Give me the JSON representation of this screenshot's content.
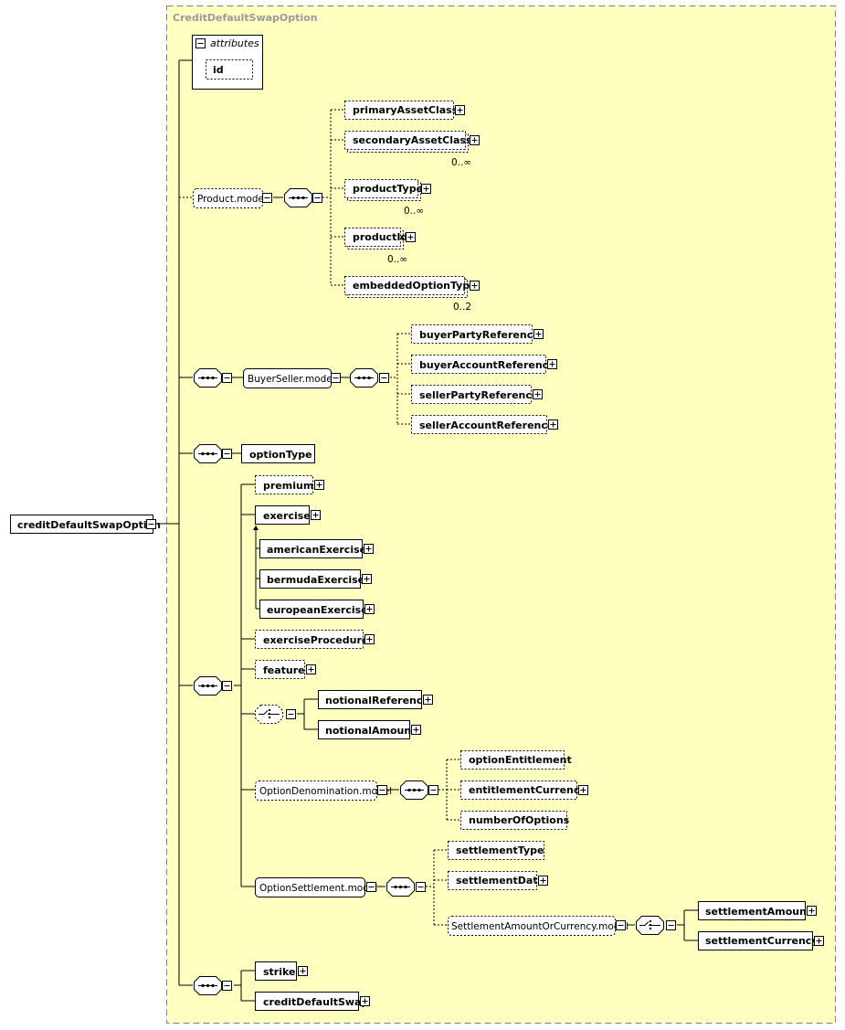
{
  "container": {
    "title": "CreditDefaultSwapOption",
    "bg": "#ffffc0",
    "border": "#808080"
  },
  "root": {
    "label": "creditDefaultSwapOption"
  },
  "attributes": {
    "title": "attributes",
    "items": [
      "id"
    ]
  },
  "product_model": {
    "label": "Product.model",
    "elements": [
      {
        "label": "primaryAssetClass",
        "card": ""
      },
      {
        "label": "secondaryAssetClass",
        "card": "0..∞"
      },
      {
        "label": "productType",
        "card": "0..∞"
      },
      {
        "label": "productId",
        "card": "0..∞"
      },
      {
        "label": "embeddedOptionType",
        "card": "0..2"
      }
    ]
  },
  "buyer_seller_model": {
    "label": "BuyerSeller.model",
    "elements": [
      "buyerPartyReference",
      "buyerAccountReference",
      "sellerPartyReference",
      "sellerAccountReference"
    ]
  },
  "option_type": {
    "label": "optionType"
  },
  "main_sequence": {
    "premium": "premium",
    "exercise": "exercise",
    "exercise_subs": [
      "americanExercise",
      "bermudaExercise",
      "europeanExercise"
    ],
    "exercise_procedure": "exerciseProcedure",
    "feature": "feature",
    "notional_choice": [
      "notionalReference",
      "notionalAmount"
    ]
  },
  "option_denomination_model": {
    "label": "OptionDenomination.model",
    "elements": [
      "optionEntitlement",
      "entitlementCurrency",
      "numberOfOptions"
    ]
  },
  "option_settlement_model": {
    "label": "OptionSettlement.model",
    "elements": [
      "settlementType",
      "settlementDate"
    ],
    "amount_or_currency": {
      "label": "SettlementAmountOrCurrency.model",
      "elements": [
        "settlementAmount",
        "settlementCurrency"
      ]
    }
  },
  "last_sequence": {
    "elements": [
      "strike",
      "creditDefaultSwap"
    ]
  }
}
